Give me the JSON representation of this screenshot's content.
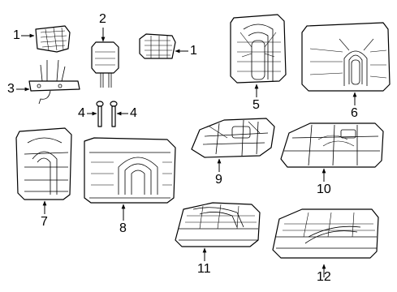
{
  "callouts": {
    "c1a": "1",
    "c1b": "1",
    "c2": "2",
    "c3": "3",
    "c4a": "4",
    "c4b": "4",
    "c5": "5",
    "c6": "6",
    "c7": "7",
    "c8": "8",
    "c9": "9",
    "c10": "10",
    "c11": "11",
    "c12": "12"
  }
}
